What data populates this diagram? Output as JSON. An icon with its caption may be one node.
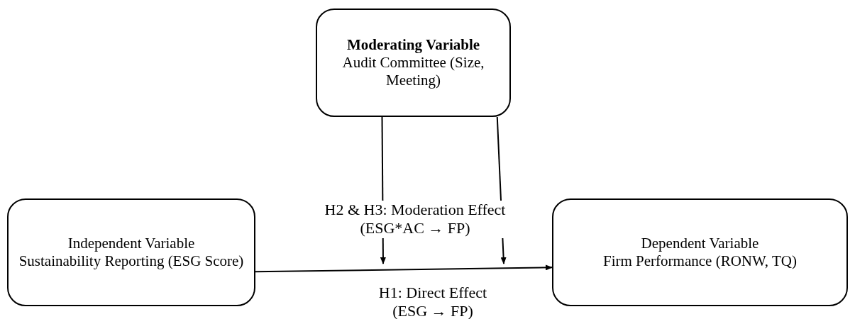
{
  "diagram": {
    "nodes": [
      {
        "text": [
          "Moderating Variable",
          "Audit Committee (Size, Meeting)"
        ]
      },
      {
        "text": [
          "Independent Variable",
          "Sustainability Reporting (ESG Score)"
        ]
      },
      {
        "text": [
          "Dependent Variable",
          "Firm Performance (RONW, TQ)"
        ]
      }
    ],
    "edges": [
      {
        "from": 1,
        "to": 2,
        "arrow": "to",
        "label": "H1: Direct Effect (ESG → FP)"
      },
      {
        "from": 0,
        "to": null,
        "arrow": "to"
      },
      {
        "from": 0,
        "to": null,
        "arrow": "to"
      }
    ],
    "labels": [
      "H2 & H3: Moderation Effect (ESG*AC → FP)"
    ]
  }
}
